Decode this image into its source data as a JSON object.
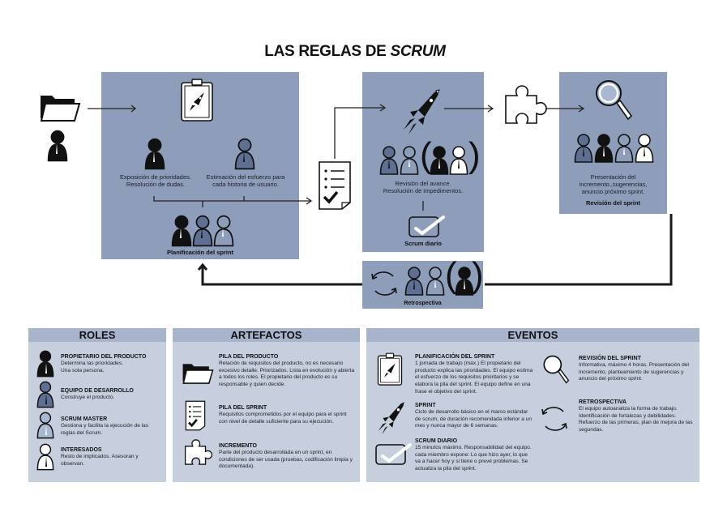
{
  "title": {
    "main": "LAS REGLAS DE ",
    "emph": "SCRUM"
  },
  "colors": {
    "panel": "#8d9dba",
    "section_bg": "#c7cfdf",
    "section_header": "#a8b4cc",
    "owner": "#111111",
    "team": "#5e6f93",
    "scrum_master": "#a9b7d0",
    "stakeholder": "#ffffff"
  },
  "flow": {
    "planning": {
      "left_caption": [
        "Exposición de prioridades.",
        "Resolución de dudas."
      ],
      "right_caption": [
        "Estimación del esfuerzo para",
        "cada historia de usuario."
      ],
      "label": "Planificación del sprint"
    },
    "sprint": {
      "caption": [
        "Revisión del avance.",
        "Resolución de impedimentos."
      ],
      "daily_label": "Scrum diario"
    },
    "review": {
      "caption": [
        "Presentación del",
        "incremento.,sugerencias,",
        "anuncio próximo sprint."
      ],
      "label": "Revisión del sprint"
    },
    "retro": {
      "label": "Retrospectiva"
    }
  },
  "sections": {
    "roles": {
      "header": "ROLES",
      "items": [
        {
          "icon": "owner-person-icon",
          "title": "PROPIETARIO DEL PRODUCTO",
          "desc": [
            "Determina las prioridades.",
            "Una sola persona."
          ]
        },
        {
          "icon": "team-person-icon",
          "title": "EQUIPO DE DESARROLLO",
          "desc": [
            "Construye el producto."
          ]
        },
        {
          "icon": "scrum-master-person-icon",
          "title": "SCRUM MASTER",
          "desc": [
            "Gestiona y facilita la ejecución de las",
            "reglas del Scrum."
          ]
        },
        {
          "icon": "stakeholder-person-icon",
          "title": "INTERESADOS",
          "desc": [
            "Resto de implicados. Asesoran y",
            "observan."
          ]
        }
      ]
    },
    "artefactos": {
      "header": "ARTEFACTOS",
      "items": [
        {
          "icon": "folder-icon",
          "title": "PILA DEL PRODUCTO",
          "desc": [
            "Relación de requisitos del producto, no es necesario",
            "excesivo detalle. Priorizados. Lista en evolución y abierta",
            "a todos los roles. El propietario del producto es su",
            "responsable y quien decide."
          ]
        },
        {
          "icon": "checklist-icon",
          "title": "PILA DEL SPRINT",
          "desc": [
            "Requisitos comprometidos por el equipo para el sprint",
            "con nivel de detalle suficiente para su ejecución."
          ]
        },
        {
          "icon": "puzzle-piece-icon",
          "title": "INCREMENTO",
          "desc": [
            "Parte del producto desarrollada en un sprint, en",
            "condiciones de ser usada (pruebas, codificación limpia y",
            "documentada)."
          ]
        }
      ]
    },
    "eventos": {
      "header": "EVENTOS",
      "left_items": [
        {
          "icon": "clipboard-rocket-icon",
          "title": "PLANIFICACIÓN DEL SPRINT",
          "desc": [
            "1 jornada de trabajo (máx.) El propietario del",
            "producto explica las prioridades. El equipo estima",
            "el esfuerzo de los requisitos prioritarios y se",
            "elabora la pila del sprint. El equipo define en una",
            "frase el objetivo del sprint."
          ]
        },
        {
          "icon": "rocket-icon",
          "title": "SPRINT",
          "desc": [
            "Ciclo de desarrollo básico en el marco estándar",
            "de scrum, de duración recomendada inferior a un",
            "mes y nunca mayor de 6 semanas."
          ]
        },
        {
          "icon": "checkbox-icon",
          "title": "SCRUM DIARIO",
          "desc": [
            "15 minutos máximo. Responsabilidad del equipo.",
            "cada miembro expone: Lo que hizo ayer, lo que",
            "va a hacer hoy y si tiene o prevé problemas. Se",
            "actualiza la pila del sprint."
          ]
        }
      ],
      "right_items": [
        {
          "icon": "magnifier-icon",
          "title": "REVISIÓN DEL SPRINT",
          "desc": [
            "Informativa, máximo 4 horas. Presentación del",
            "incremento, planteamiento de sugerencias y",
            "anuncio del próximo sprint."
          ]
        },
        {
          "icon": "cycle-arrows-icon",
          "title": "RETROSPECTIVA",
          "desc": [
            "El equipo autoanaliza la forma de trabajo.",
            "Identificación de fortalezas y debilidades.",
            "Refuerzo de las primeras, plan de mejora de las",
            "segundas."
          ]
        }
      ]
    }
  }
}
